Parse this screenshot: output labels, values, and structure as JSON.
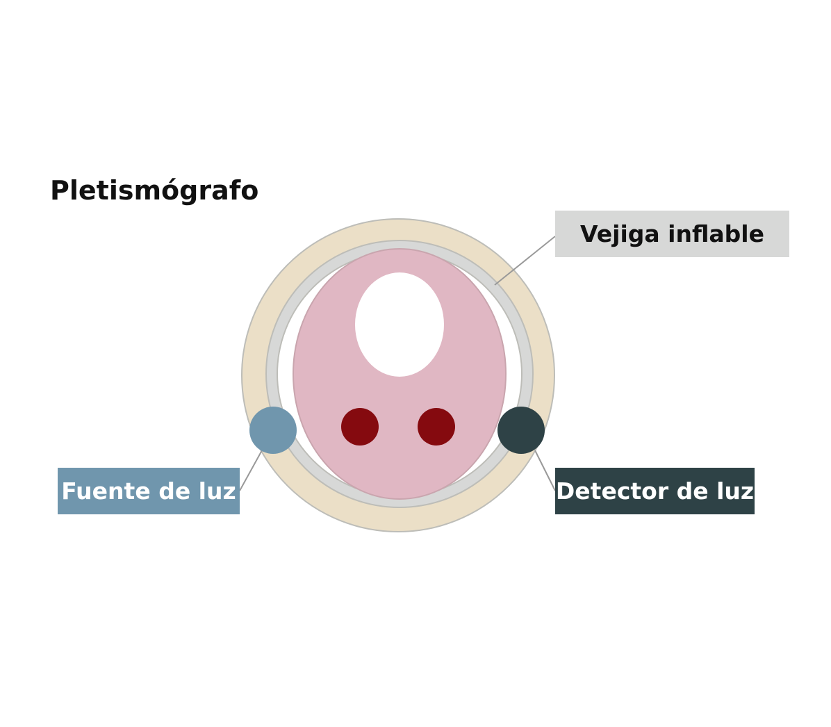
{
  "title": "Pletismógrafo",
  "labels": {
    "bladder": "Vejiga inflable",
    "source": "Fuente de luz",
    "detector": "Detector de luz"
  },
  "colors": {
    "outer": "#ebdfc7",
    "bladder": "#d7d8d7",
    "tissue": "#e0b7c3",
    "vessel": "#850a0f",
    "source": "#7096ad",
    "detector": "#2e4246"
  }
}
